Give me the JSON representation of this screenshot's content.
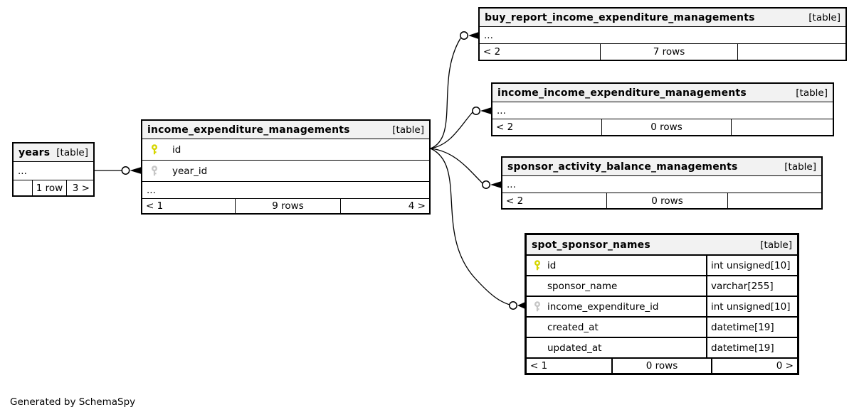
{
  "page": {
    "generated_note": "Generated by SchemaSpy"
  },
  "colors": {
    "background": "#ffffff",
    "header_bg": "#f2f2f2",
    "border": "#000000",
    "primary_key": "#d6d600",
    "foreign_key": "#c6c6c6"
  },
  "tables": {
    "years": {
      "title": "years",
      "tag": "[table]",
      "more": "...",
      "footer": {
        "left": "",
        "center": "1 row",
        "right": "3 >"
      }
    },
    "iem": {
      "title": "income_expenditure_managements",
      "tag": "[table]",
      "more": "...",
      "columns": [
        {
          "icon": "primary-key",
          "name": "id"
        },
        {
          "icon": "foreign-key",
          "name": "year_id"
        }
      ],
      "footer": {
        "left": "< 1",
        "center": "9 rows",
        "right": "4 >"
      }
    },
    "buy": {
      "title": "buy_report_income_expenditure_managements",
      "tag": "[table]",
      "more": "...",
      "footer": {
        "left": "< 2",
        "center": "7 rows",
        "right": ""
      }
    },
    "iiem": {
      "title": "income_income_expenditure_managements",
      "tag": "[table]",
      "more": "...",
      "footer": {
        "left": "< 2",
        "center": "0 rows",
        "right": ""
      }
    },
    "sabm": {
      "title": "sponsor_activity_balance_managements",
      "tag": "[table]",
      "more": "...",
      "footer": {
        "left": "< 2",
        "center": "0 rows",
        "right": ""
      }
    },
    "ssn": {
      "title": "spot_sponsor_names",
      "tag": "[table]",
      "columns": [
        {
          "icon": "primary-key",
          "name": "id",
          "type": "int unsigned[10]"
        },
        {
          "icon": "",
          "name": "sponsor_name",
          "type": "varchar[255]"
        },
        {
          "icon": "foreign-key",
          "name": "income_expenditure_id",
          "type": "int unsigned[10]"
        },
        {
          "icon": "",
          "name": "created_at",
          "type": "datetime[19]"
        },
        {
          "icon": "",
          "name": "updated_at",
          "type": "datetime[19]"
        }
      ],
      "footer": {
        "left": "< 1",
        "center": "0 rows",
        "right": "0 >"
      }
    }
  }
}
